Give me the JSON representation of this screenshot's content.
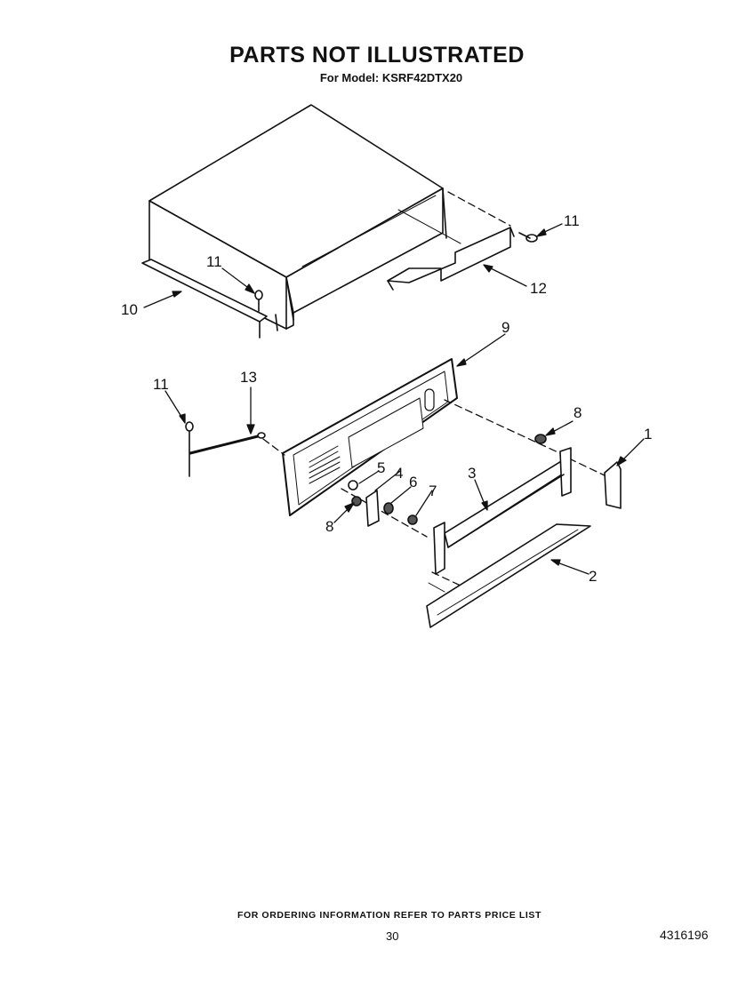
{
  "header": {
    "title": "PARTS NOT ILLUSTRATED",
    "subtitle": "For Model: KSRF42DTX20"
  },
  "callouts": {
    "c1": "1",
    "c2": "2",
    "c3": "3",
    "c4": "4",
    "c5": "5",
    "c6": "6",
    "c7": "7",
    "c8a": "8",
    "c8b": "8",
    "c9": "9",
    "c10": "10",
    "c11a": "11",
    "c11b": "11",
    "c11c": "11",
    "c12": "12",
    "c13": "13"
  },
  "footer": {
    "note": "FOR ORDERING INFORMATION REFER TO PARTS PRICE LIST",
    "page": "30",
    "doc_number": "4316196"
  }
}
